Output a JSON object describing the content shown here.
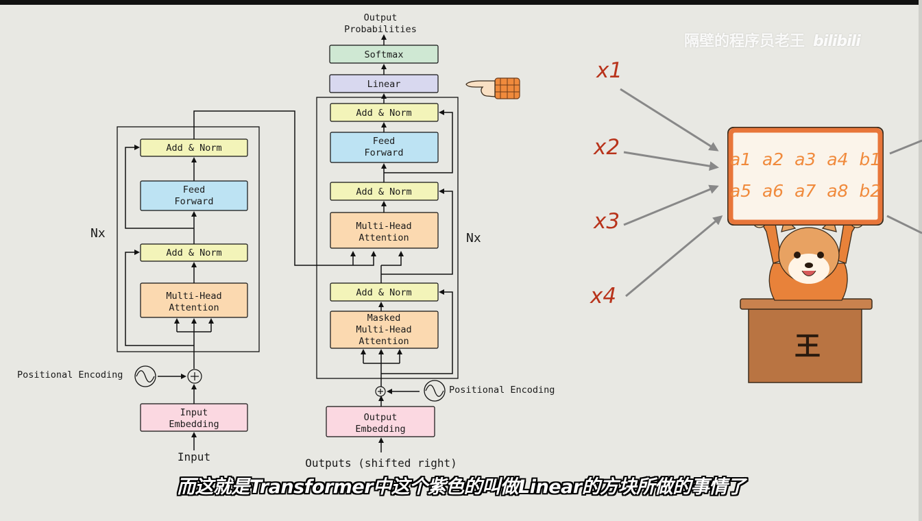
{
  "watermark": {
    "author": "隔壁的程序员老王",
    "brand": "bilibili"
  },
  "subtitle": "而这就是Transformer中这个紫色的叫做Linear的方块所做的事情了",
  "encoder": {
    "add_norm_top": "Add & Norm",
    "feed_forward": [
      "Feed",
      "Forward"
    ],
    "add_norm_bottom": "Add & Norm",
    "attention": [
      "Multi-Head",
      "Attention"
    ],
    "nx": "Nx",
    "positional_encoding": "Positional Encoding",
    "input_embedding": [
      "Input",
      "Embedding"
    ],
    "input_label": "Input"
  },
  "decoder": {
    "output_probabilities": [
      "Output",
      "Probabilities"
    ],
    "softmax": "Softmax",
    "linear": "Linear",
    "add_norm_top": "Add & Norm",
    "feed_forward": [
      "Feed",
      "Forward"
    ],
    "add_norm_mid": "Add & Norm",
    "attention": [
      "Multi-Head",
      "Attention"
    ],
    "add_norm_bottom": "Add & Norm",
    "masked_attention": [
      "Masked",
      "Multi-Head",
      "Attention"
    ],
    "nx": "Nx",
    "positional_encoding": "Positional Encoding",
    "output_embedding": [
      "Output",
      "Embedding"
    ],
    "outputs_label": "Outputs (shifted right)"
  },
  "illustration": {
    "inputs": [
      "x1",
      "x2",
      "x3",
      "x4"
    ],
    "board_row1": "a1  a2  a3  a4  b1",
    "board_row2": "a5  a6  a7  a8  b2",
    "podium_char": "王"
  },
  "colors": {
    "add_norm": "#f3f4b9",
    "feed_forward": "#bde3f3",
    "attention": "#fbd9b0",
    "embedding": "#fbd8e1",
    "softmax": "#cfe8d3",
    "linear": "#d8d8ef",
    "x_labels": "#b8331b",
    "board_text": "#f08a3c",
    "board_frame": "#e8763a",
    "podium": "#b97442"
  }
}
